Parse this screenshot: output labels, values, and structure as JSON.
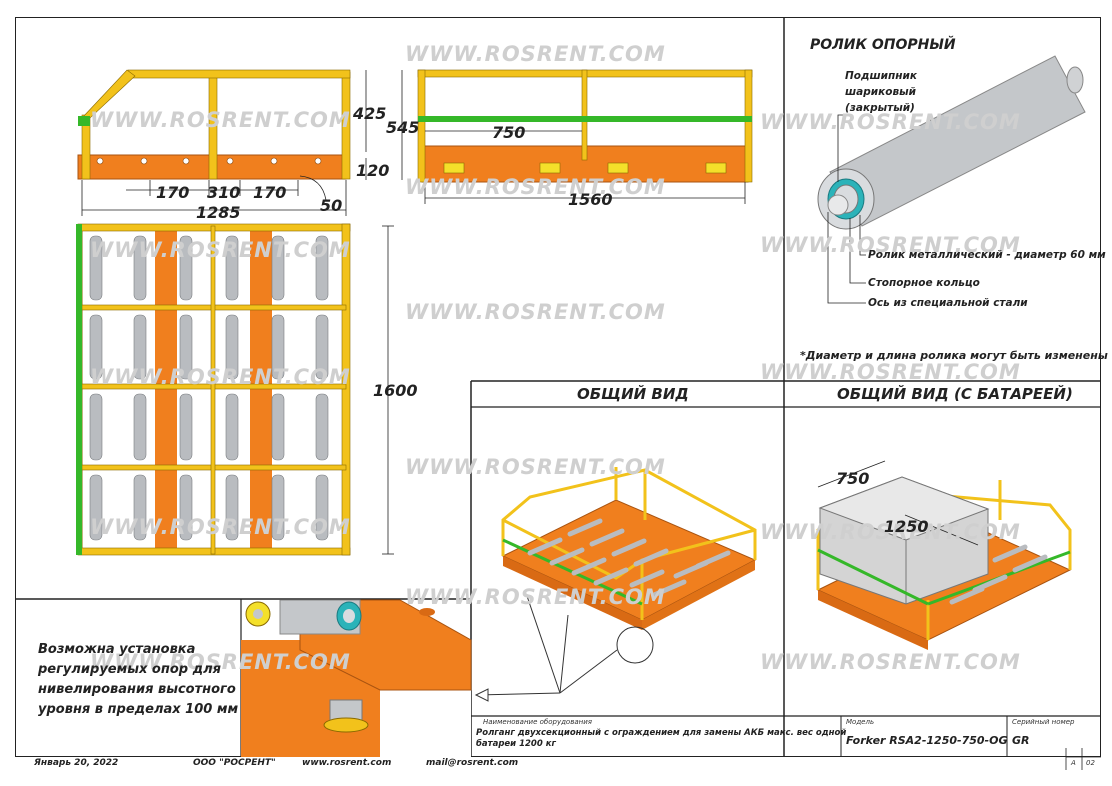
{
  "watermark": "WWW.ROSRENT.COM",
  "dimensions": {
    "d425": "425",
    "d545": "545",
    "d120": "120",
    "d750": "750",
    "d170a": "170",
    "d310": "310",
    "d170b": "170",
    "d50": "50",
    "d1285": "1285",
    "d1560": "1560",
    "d1600": "1600",
    "d750b": "750",
    "d1250": "1250"
  },
  "roller": {
    "title": "РОЛИК ОПОРНЫЙ",
    "bearing_line1": "Подшипник",
    "bearing_line2": "шариковый",
    "bearing_line3": "(закрытый)",
    "metal_roller": "Ролик металлический - диаметр 60 мм",
    "retaining_ring": "Стопорное кольцо",
    "axle": "Ось из специальной стали",
    "note": "*Диаметр и длина ролика могут быть изменены"
  },
  "views": {
    "general": "ОБЩИЙ ВИД",
    "general_battery": "ОБЩИЙ ВИД (С БАТАРЕЕЙ)"
  },
  "feet_note": {
    "line1": "Возможна установка",
    "line2": "регулируемых опор для",
    "line3": "нивелирования высотного",
    "line4": "уровня в пределах 100 мм"
  },
  "title_block": {
    "equipment_label": "Наименование оборудования",
    "equipment_line1": "Ролганг двухсекционный с ограждением  для замены АКБ макс. вес одной",
    "equipment_line2": "батареи 1200 кг",
    "model_label": "Модель",
    "model_value": "Forker RSA2-1250-750-OG",
    "serial_label": "Серийный номер",
    "serial_value": "GR",
    "sheet_a": "А",
    "sheet_num": "02"
  },
  "footer": {
    "date": "Январь 20, 2022",
    "company": "ООО \"РОСРЕНТ\"",
    "website": "www.rosrent.com",
    "email": "mail@rosrent.com"
  },
  "colors": {
    "frame_yellow": "#f2c21b",
    "base_orange": "#f07f1e",
    "rail_green": "#35b829",
    "roller_grey": "#b9bcc0"
  }
}
